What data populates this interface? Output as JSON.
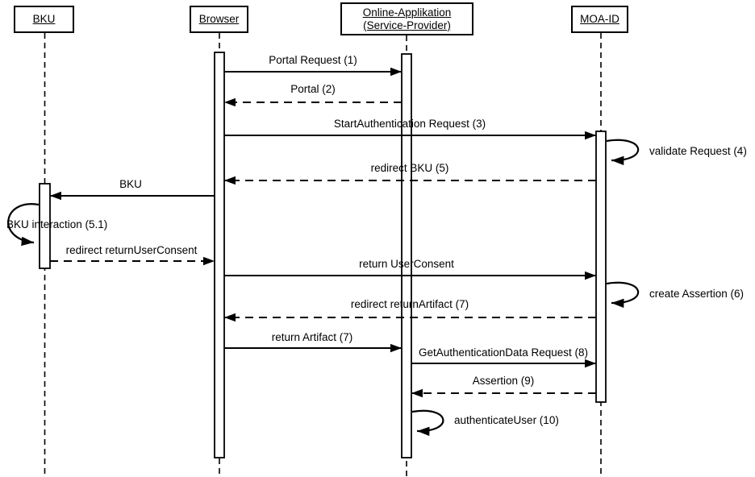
{
  "colors": {
    "line": "#000000",
    "background": "#ffffff"
  },
  "actors": [
    {
      "id": "bku",
      "label": "BKU"
    },
    {
      "id": "browser",
      "label": "Browser"
    },
    {
      "id": "online-app",
      "label": "Online-Applikation (Service-Provider)"
    },
    {
      "id": "moa-id",
      "label": "MOA-ID"
    }
  ],
  "messages": [
    {
      "label": "Portal Request (1)",
      "from": "Browser",
      "to": "Online-Applikation (Service-Provider)",
      "line": "solid"
    },
    {
      "label": "Portal (2)",
      "from": "Online-Applikation (Service-Provider)",
      "to": "Browser",
      "line": "dashed"
    },
    {
      "label": "StartAuthentication Request (3)",
      "from": "Browser",
      "to": "MOA-ID",
      "line": "solid"
    },
    {
      "label": "validate Request (4)",
      "from": "MOA-ID",
      "to": "MOA-ID",
      "line": "self-loop"
    },
    {
      "label": "redirect BKU (5)",
      "from": "MOA-ID",
      "to": "Browser",
      "line": "dashed"
    },
    {
      "label": "BKU",
      "from": "Browser",
      "to": "BKU",
      "line": "solid"
    },
    {
      "label": "BKU interaction (5.1)",
      "from": "BKU",
      "to": "BKU",
      "line": "self-loop"
    },
    {
      "label": "redirect returnUserConsent",
      "from": "BKU",
      "to": "Browser",
      "line": "dashed"
    },
    {
      "label": "return UserConsent",
      "from": "Browser",
      "to": "MOA-ID",
      "line": "solid"
    },
    {
      "label": "create Assertion (6)",
      "from": "MOA-ID",
      "to": "MOA-ID",
      "line": "self-loop"
    },
    {
      "label": "redirect returnArtifact (7)",
      "from": "MOA-ID",
      "to": "Browser",
      "line": "dashed"
    },
    {
      "label": "return Artifact (7)",
      "from": "Browser",
      "to": "Online-Applikation (Service-Provider)",
      "line": "solid"
    },
    {
      "label": "GetAuthenticationData Request (8)",
      "from": "Online-Applikation (Service-Provider)",
      "to": "MOA-ID",
      "line": "solid"
    },
    {
      "label": "Assertion (9)",
      "from": "MOA-ID",
      "to": "Online-Applikation (Service-Provider)",
      "line": "dashed"
    },
    {
      "label": "authenticateUser (10)",
      "from": "Online-Applikation (Service-Provider)",
      "to": "Online-Applikation (Service-Provider)",
      "line": "self-loop"
    }
  ]
}
